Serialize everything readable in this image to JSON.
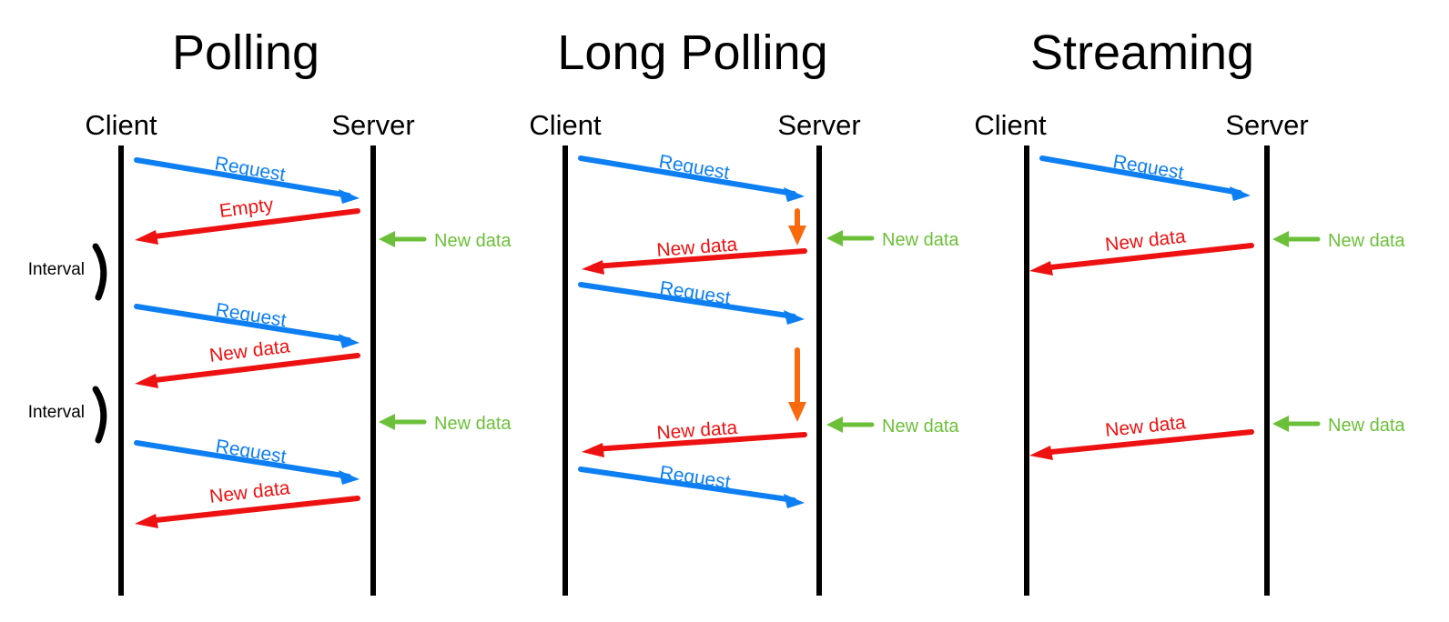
{
  "diagram": {
    "title_absent": true,
    "background_color": "#ffffff",
    "colors": {
      "request": "#0d7ff2",
      "response": "#ee1111",
      "external_event": "#6cc039",
      "server_wait": "#f9690e",
      "lifeline": "#000000",
      "text": "#000000"
    },
    "actor_labels": {
      "client": "Client",
      "server": "Server"
    },
    "panels": [
      {
        "id": "polling",
        "title": "Polling",
        "client_label": "Client",
        "server_label": "Server",
        "messages": [
          {
            "label": "Request",
            "color": "#0d7ff2",
            "direction": "client-to-server"
          },
          {
            "label": "Empty",
            "color": "#ee1111",
            "direction": "server-to-client"
          },
          {
            "label": "Request",
            "color": "#0d7ff2",
            "direction": "client-to-server"
          },
          {
            "label": "New data",
            "color": "#ee1111",
            "direction": "server-to-client"
          },
          {
            "label": "Request",
            "color": "#0d7ff2",
            "direction": "client-to-server"
          },
          {
            "label": "New data",
            "color": "#ee1111",
            "direction": "server-to-client"
          }
        ],
        "external_events": [
          {
            "label": "New data",
            "color": "#6cc039"
          },
          {
            "label": "New data",
            "color": "#6cc039"
          }
        ],
        "interval_markers": [
          {
            "label": "Interval"
          },
          {
            "label": "Interval"
          }
        ],
        "server_waits": []
      },
      {
        "id": "long-polling",
        "title": "Long Polling",
        "client_label": "Client",
        "server_label": "Server",
        "messages": [
          {
            "label": "Request",
            "color": "#0d7ff2",
            "direction": "client-to-server"
          },
          {
            "label": "New data",
            "color": "#ee1111",
            "direction": "server-to-client"
          },
          {
            "label": "Request",
            "color": "#0d7ff2",
            "direction": "client-to-server"
          },
          {
            "label": "New data",
            "color": "#ee1111",
            "direction": "server-to-client"
          },
          {
            "label": "Request",
            "color": "#0d7ff2",
            "direction": "client-to-server"
          }
        ],
        "external_events": [
          {
            "label": "New data",
            "color": "#6cc039"
          },
          {
            "label": "New data",
            "color": "#6cc039"
          }
        ],
        "interval_markers": [],
        "server_waits": [
          {
            "color": "#f9690e",
            "length": "short"
          },
          {
            "color": "#f9690e",
            "length": "long"
          }
        ]
      },
      {
        "id": "streaming",
        "title": "Streaming",
        "client_label": "Client",
        "server_label": "Server",
        "messages": [
          {
            "label": "Request",
            "color": "#0d7ff2",
            "direction": "client-to-server"
          },
          {
            "label": "New data",
            "color": "#ee1111",
            "direction": "server-to-client"
          },
          {
            "label": "New data",
            "color": "#ee1111",
            "direction": "server-to-client"
          }
        ],
        "external_events": [
          {
            "label": "New data",
            "color": "#6cc039"
          },
          {
            "label": "New data",
            "color": "#6cc039"
          }
        ],
        "interval_markers": [],
        "server_waits": []
      }
    ]
  }
}
